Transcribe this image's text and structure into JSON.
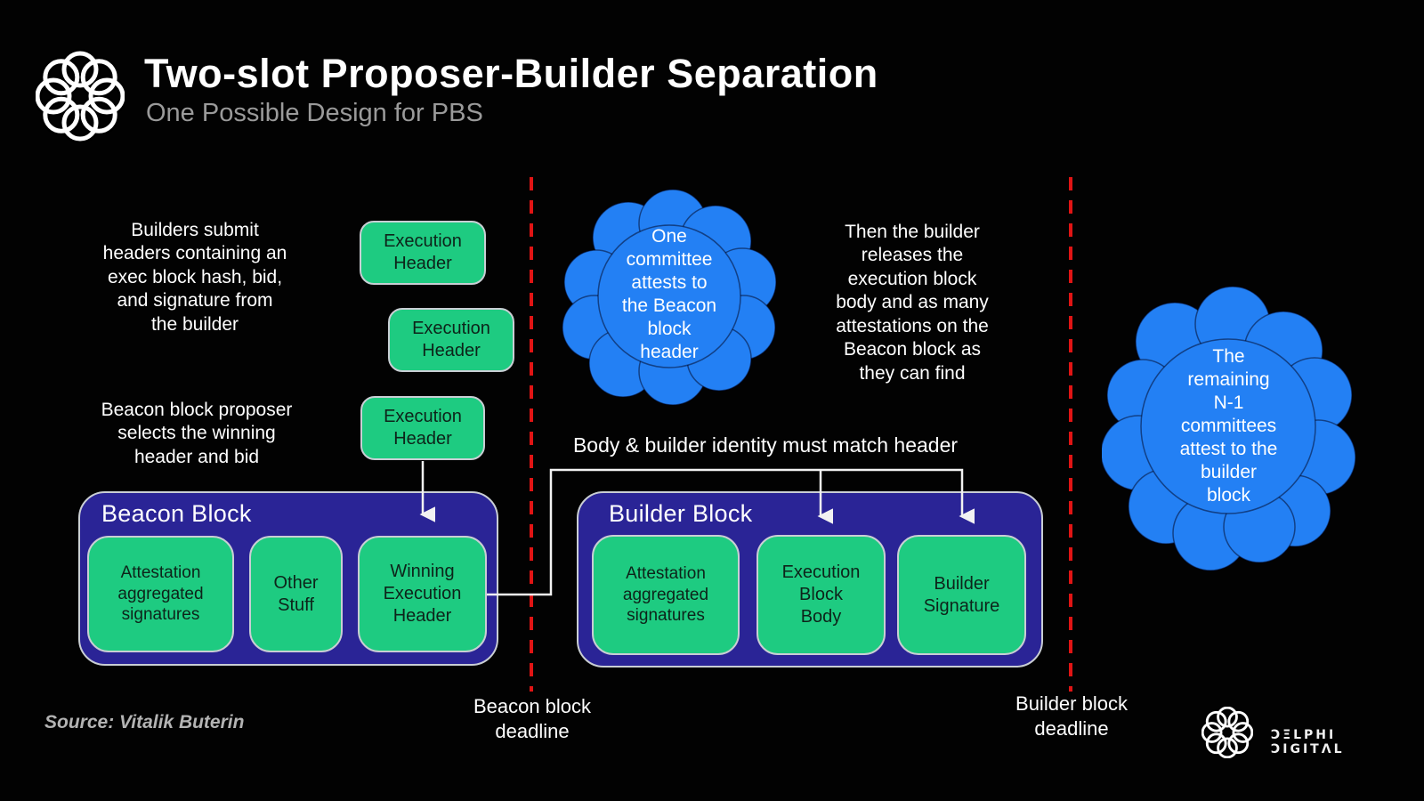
{
  "header": {
    "title": "Two-slot Proposer-Builder Separation",
    "subtitle": "One Possible Design for PBS"
  },
  "notes": {
    "builders_submit": "Builders submit\nheaders containing an\nexec block hash, bid,\nand signature from\nthe builder",
    "proposer_selects": "Beacon block proposer\nselects the winning\nheader and bid",
    "builder_releases": "Then the builder\nreleases the\nexecution block\nbody and as many\nattestations on the\nBeacon block as\nthey can find",
    "body_match": "Body & builder identity must match header"
  },
  "execution_headers": {
    "box1": "Execution\nHeader",
    "box2": "Execution\nHeader",
    "box3": "Execution\nHeader"
  },
  "beacon_block": {
    "title": "Beacon Block",
    "item1": "Attestation\naggregated\nsignatures",
    "item2": "Other\nStuff",
    "item3": "Winning\nExecution\nHeader"
  },
  "builder_block": {
    "title": "Builder Block",
    "item1": "Attestation\naggregated\nsignatures",
    "item2": "Execution\nBlock\nBody",
    "item3": "Builder\nSignature"
  },
  "clouds": {
    "one_committee": "One\ncommittee\nattests to\nthe Beacon\nblock\nheader",
    "remaining_committees": "The\nremaining\nN-1\ncommittees\nattest to the\nbuilder\nblock"
  },
  "deadlines": {
    "beacon": "Beacon block\ndeadline",
    "builder": "Builder block\ndeadline"
  },
  "source": "Source: Vitalik Buterin",
  "brand": {
    "wordmark": "ƆΞLPHI ƆIGITΛL"
  },
  "colors": {
    "background": "#020202",
    "box_green": "#1ecb81",
    "block_indigo": "#2a2496",
    "cloud_blue": "#2380f4",
    "deadline_red": "#e01414",
    "box_border": "#c9ced4",
    "title_white": "#ffffff",
    "subtitle_gray": "#9a9a9a"
  }
}
